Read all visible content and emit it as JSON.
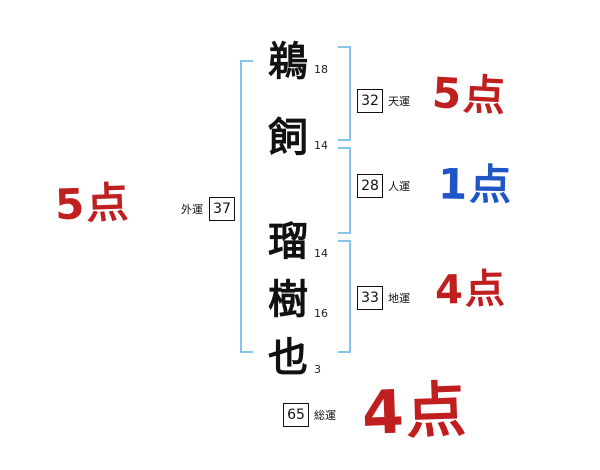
{
  "name": {
    "chars": [
      {
        "char": "鵜",
        "strokes": "18"
      },
      {
        "char": "飼",
        "strokes": "14"
      },
      {
        "char": "瑠",
        "strokes": "14"
      },
      {
        "char": "樹",
        "strokes": "16"
      },
      {
        "char": "也",
        "strokes": "3"
      }
    ]
  },
  "fortunes": {
    "ten": {
      "label": "天運",
      "value": "32",
      "score": "5点"
    },
    "jin": {
      "label": "人運",
      "value": "28",
      "score": "1点"
    },
    "chi": {
      "label": "地運",
      "value": "33",
      "score": "4点"
    },
    "sou": {
      "label": "総運",
      "value": "65",
      "score": "4点"
    },
    "gai": {
      "label": "外運",
      "value": "37",
      "score": "5点"
    }
  },
  "colors": {
    "score_red": "#bf1f1f",
    "score_blue": "#1f55c4",
    "bracket_blue": "#85c6e8"
  }
}
